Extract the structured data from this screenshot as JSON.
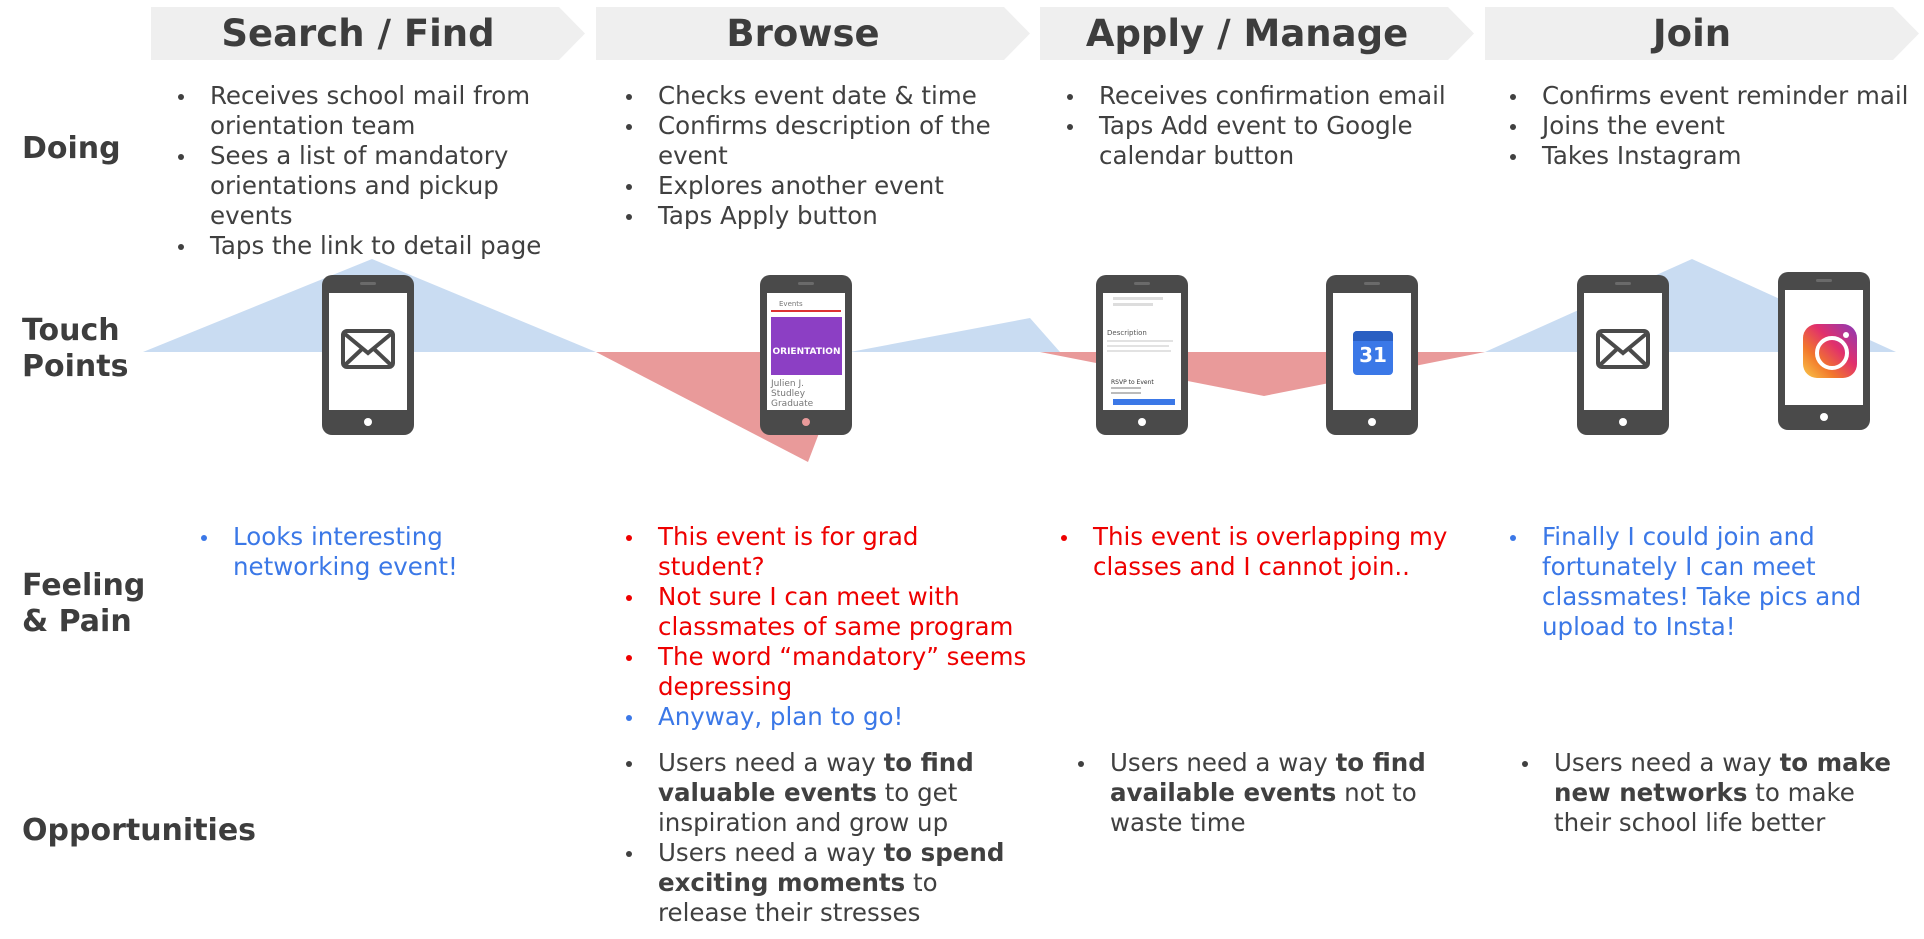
{
  "stages": [
    "Search / Find",
    "Browse",
    "Apply / Manage",
    "Join"
  ],
  "rows": {
    "doing": "Doing",
    "touch_points_line1": "Touch",
    "touch_points_line2": "Points",
    "feeling_line1": "Feeling",
    "feeling_line2": "& Pain",
    "opportunities": "Opportunities"
  },
  "doing": {
    "search": [
      "Receives school mail from orientation team",
      "Sees a list of  mandatory orientations and pickup events",
      "Taps the link to detail page"
    ],
    "browse": [
      "Checks event date & time",
      "Confirms description of the event",
      "Explores another event",
      "Taps Apply button"
    ],
    "apply": [
      "Receives confirmation email",
      "Taps Add event to Google calendar button"
    ],
    "join": [
      "Confirms event reminder mail",
      "Joins the event",
      "Takes Instagram"
    ]
  },
  "feeling": {
    "search": [
      {
        "text": "Looks interesting networking event!",
        "tone": "positive"
      }
    ],
    "browse": [
      {
        "text": "This event is for grad student?",
        "tone": "negative"
      },
      {
        "text": "Not sure I can meet with classmates of same program",
        "tone": "negative"
      },
      {
        "text": "The word “mandatory” seems depressing",
        "tone": "negative"
      },
      {
        "text": "Anyway, plan to go!",
        "tone": "positive"
      }
    ],
    "apply": [
      {
        "text": "This event is overlapping my classes and I cannot join..",
        "tone": "negative"
      }
    ],
    "join": [
      {
        "text": "Finally I could join and fortunately I can meet classmates! Take pics and upload to Insta!",
        "tone": "positive"
      }
    ]
  },
  "opportunities": {
    "browse": [
      {
        "pre": "Users need a way ",
        "bold": "to find valuable events",
        "post": " to get inspiration and grow up"
      },
      {
        "pre": "Users need a way ",
        "bold": "to spend exciting moments",
        "post": " to release their stresses"
      }
    ],
    "apply": [
      {
        "pre": "Users need a way ",
        "bold": "to find available events",
        "post": " not to waste time"
      }
    ],
    "join": [
      {
        "pre": "Users need a way ",
        "bold": "to make new networks",
        "post": " to make their school life better"
      }
    ]
  },
  "touchpoints": {
    "search": [
      "mail-icon"
    ],
    "browse": [
      "event-detail-screen"
    ],
    "apply": [
      "event-rsvp-screen",
      "google-calendar-icon"
    ],
    "join": [
      "mail-icon",
      "instagram-icon"
    ],
    "screens": {
      "browse_header": "Events",
      "browse_banner": "ORIENTATION",
      "browse_caption": [
        "Julien J.",
        "Studley",
        "Graduate"
      ],
      "apply_heading": "Description",
      "apply_rsvp": "RSVP to Event",
      "calendar_day": "31"
    }
  },
  "emotion_curve": {
    "levels_description": "",
    "points": [
      {
        "stage": "Search / Find",
        "level": 0.95
      },
      {
        "stage": "Browse",
        "level": -1.0
      },
      {
        "stage": "Apply / Manage",
        "level": -0.4
      },
      {
        "stage": "Join",
        "level": 0.85
      }
    ]
  },
  "colors": {
    "positive": "#3b78e7",
    "negative": "#ee0000",
    "positive_area": "#c9dcf2",
    "negative_area": "#e99a9a",
    "stage_bg": "#efefef",
    "text": "#404040"
  }
}
